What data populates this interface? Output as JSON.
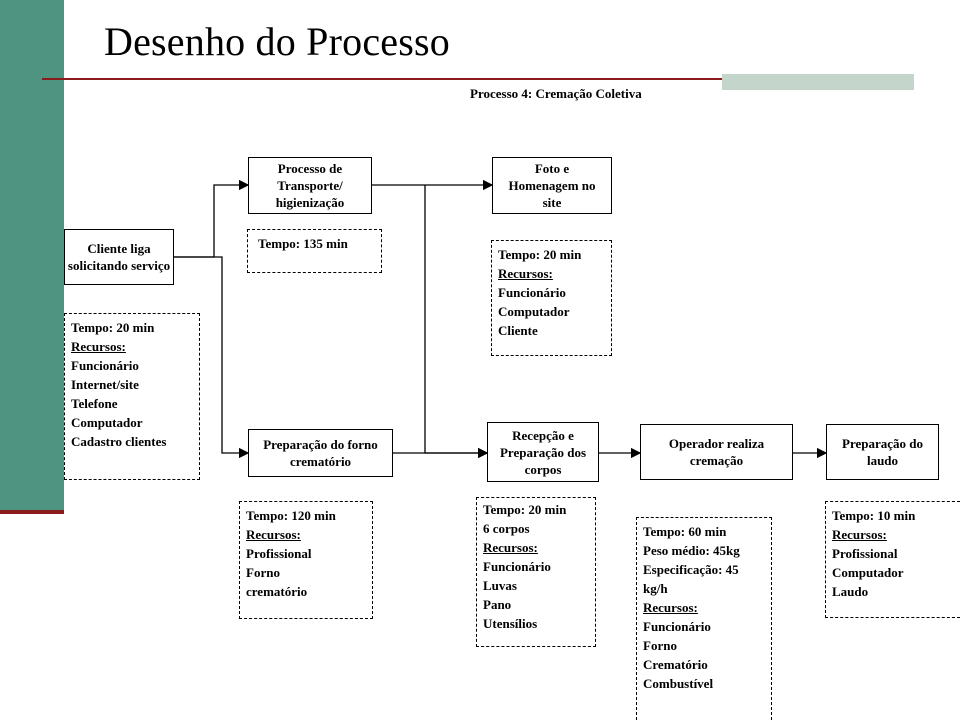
{
  "title": "Desenho do Processo",
  "subtitle": "Processo 4: Cremação Coletiva",
  "colors": {
    "sidebar": "#4e9480",
    "rule": "#8b1a1a",
    "accent": "#c4d6cc"
  },
  "boxes": {
    "cliente": "Cliente liga solicitando serviço",
    "transporte": "Processo de Transporte/ higienização",
    "foto": "Foto e Homenagem no site",
    "forno": "Preparação do forno crematório",
    "recepcao": "Recepção e Preparação dos corpos",
    "operador": "Operador realiza cremação",
    "laudo": "Preparação do laudo"
  },
  "notes": {
    "cliente": {
      "time": "Tempo: 20 min",
      "label": "Recursos:",
      "items": [
        "Funcionário",
        "Internet/site",
        "Telefone",
        "Computador",
        "Cadastro clientes"
      ]
    },
    "transporte": {
      "time": "Tempo: 135 min"
    },
    "foto": {
      "time": "Tempo: 20 min",
      "label": "Recursos:",
      "items": [
        "Funcionário",
        "Computador",
        "Cliente"
      ]
    },
    "forno": {
      "time": "Tempo: 120 min",
      "label": "Recursos:",
      "items": [
        "Profissional",
        "Forno",
        "crematório"
      ]
    },
    "recepcao": {
      "time": "Tempo: 20 min",
      "extra": [
        "6 corpos"
      ],
      "label": "Recursos:",
      "items": [
        "Funcionário",
        "Luvas",
        "Pano",
        "Utensílios"
      ]
    },
    "operador": {
      "time": "Tempo: 60 min",
      "extra": [
        "Peso médio: 45kg",
        "Especificação: 45",
        "kg/h"
      ],
      "label": "Recursos:",
      "items": [
        "Funcionário",
        "Forno",
        "Crematório",
        "Combustível"
      ]
    },
    "laudo": {
      "time": "Tempo: 10 min",
      "label": "Recursos:",
      "items": [
        "Profissional",
        "Computador",
        "Laudo"
      ]
    }
  }
}
